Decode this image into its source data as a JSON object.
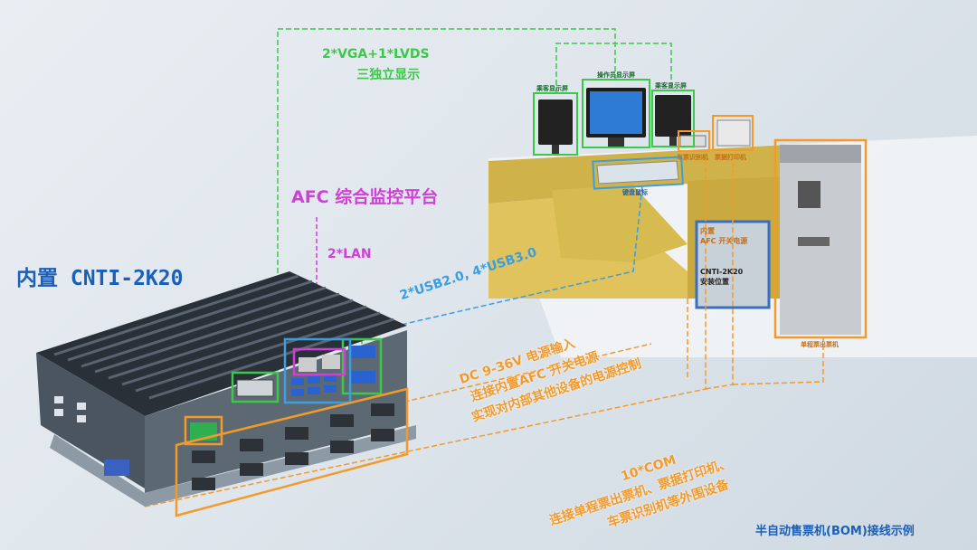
{
  "title_device": "内置 CNTI-2K20",
  "platform_label": "AFC 综合监控平台",
  "display_label_line1": "2*VGA+1*LVDS",
  "display_label_line2": "三独立显示",
  "lan_label": "2*LAN",
  "usb_label": "2*USB2.0, 4*USB3.0",
  "power_line1": "DC 9-36V 电源输入",
  "power_line2": "连接内置AFC 开关电源",
  "power_line3": "实现对内部其他设备的电源控制",
  "com_line1": "10*COM",
  "com_line2": "连接单程票出票机、票据打印机、",
  "com_line3": "车票识别机等外围设备",
  "caption": "半自动售票机(BOM)接线示例",
  "monitor_left_label": "乘客显示屏",
  "monitor_center_label": "操作员显示屏",
  "monitor_right_label": "乘客显示屏",
  "reader_label": "车票识别机",
  "printer_label": "票据打印机",
  "keyboard_label": "键盘鼠标",
  "cabinet_label_line1": "内置",
  "cabinet_label_line2": "AFC 开关电源",
  "cabinet_label_line3": "CNTI-2K20",
  "cabinet_label_line4": "安装位置",
  "ticket_machine_label": "单程票出票机",
  "colors": {
    "green": "#3cc84a",
    "magenta": "#d040d8",
    "blue": "#3a9ee0",
    "orange": "#f39a2a",
    "title_blue": "#1a5fb8"
  }
}
